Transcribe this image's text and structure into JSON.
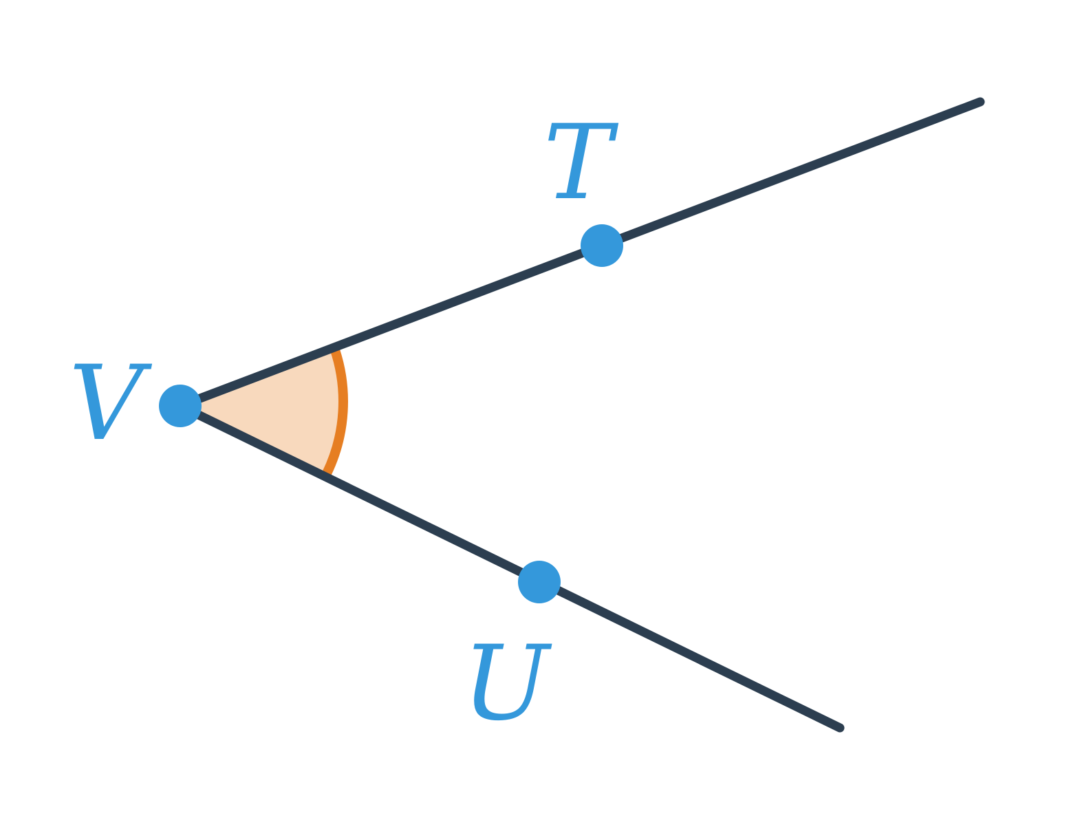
{
  "colors": {
    "ray": "#2c3e50",
    "point": "#3498db",
    "label": "#3498db",
    "angle_fill": "#f8d9bd",
    "angle_stroke": "#e67e22",
    "background": "#ffffff"
  },
  "diagram": {
    "vertex": {
      "label": "V"
    },
    "points": [
      {
        "id": "T",
        "label": "T"
      },
      {
        "id": "U",
        "label": "U"
      }
    ],
    "rays": [
      {
        "from": "V",
        "through": "T"
      },
      {
        "from": "V",
        "through": "U"
      }
    ],
    "angle": {
      "name": "TVU",
      "vertex": "V",
      "sides": [
        "T",
        "U"
      ]
    }
  }
}
